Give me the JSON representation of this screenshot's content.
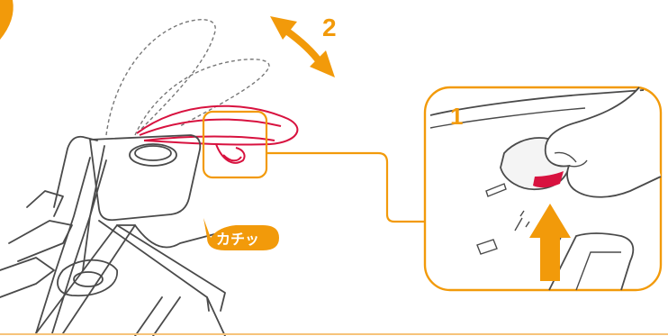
{
  "labels": {
    "step_1": "1",
    "step_2": "2",
    "sound": "カチッ"
  },
  "colors": {
    "accent_orange": "#f29a0a",
    "outline": "#4a4a4a",
    "tray_red": "#d8123f",
    "dashed": "#777777",
    "background": "#ffffff"
  },
  "icons": {
    "motion_arrow": "double-headed-curved-arrow",
    "push_arrow": "up-arrow"
  }
}
